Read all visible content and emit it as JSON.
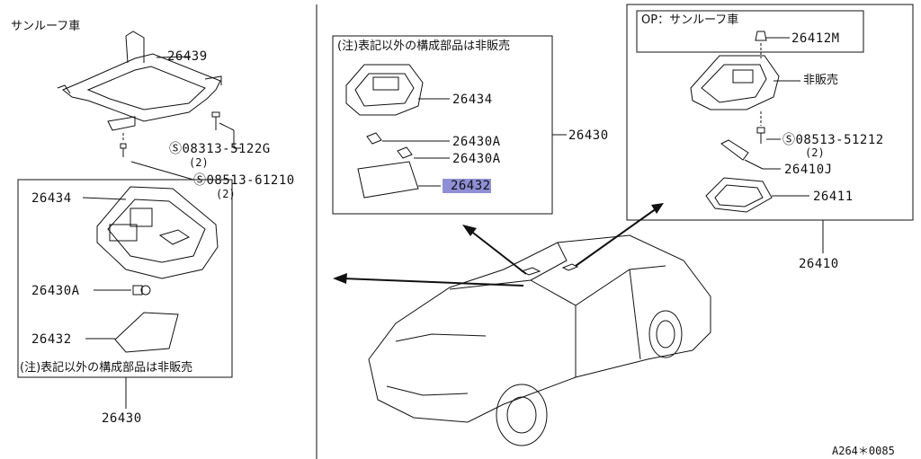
{
  "left_panel": {
    "title": "サンルーフ車",
    "part_26439": "26439",
    "screw_1": "08313-5122G",
    "screw_1_qty": "(2)",
    "screw_2": "08513-61210",
    "screw_2_qty": "(2)",
    "box": {
      "p26434": "26434",
      "p26430A": "26430A",
      "p26432": "26432",
      "note": "(注)表記以外の構成部品は非販売"
    },
    "assembly": "26430"
  },
  "center_panel": {
    "note": "(注)表記以外の構成部品は非販売",
    "p26434": "26434",
    "p26430A_1": "26430A",
    "p26430A_2": "26430A",
    "p26432": "26432",
    "assembly": "26430"
  },
  "right_panel": {
    "op_note": "OP：サンルーフ車",
    "p26412M": "26412M",
    "not_sold": "非販売",
    "screw": "08513-51212",
    "screw_qty": "(2)",
    "p26410J": "26410J",
    "p26411": "26411",
    "assembly": "26410"
  },
  "figure_code": "A264＊0085",
  "highlight_color": "#8f8fd6"
}
